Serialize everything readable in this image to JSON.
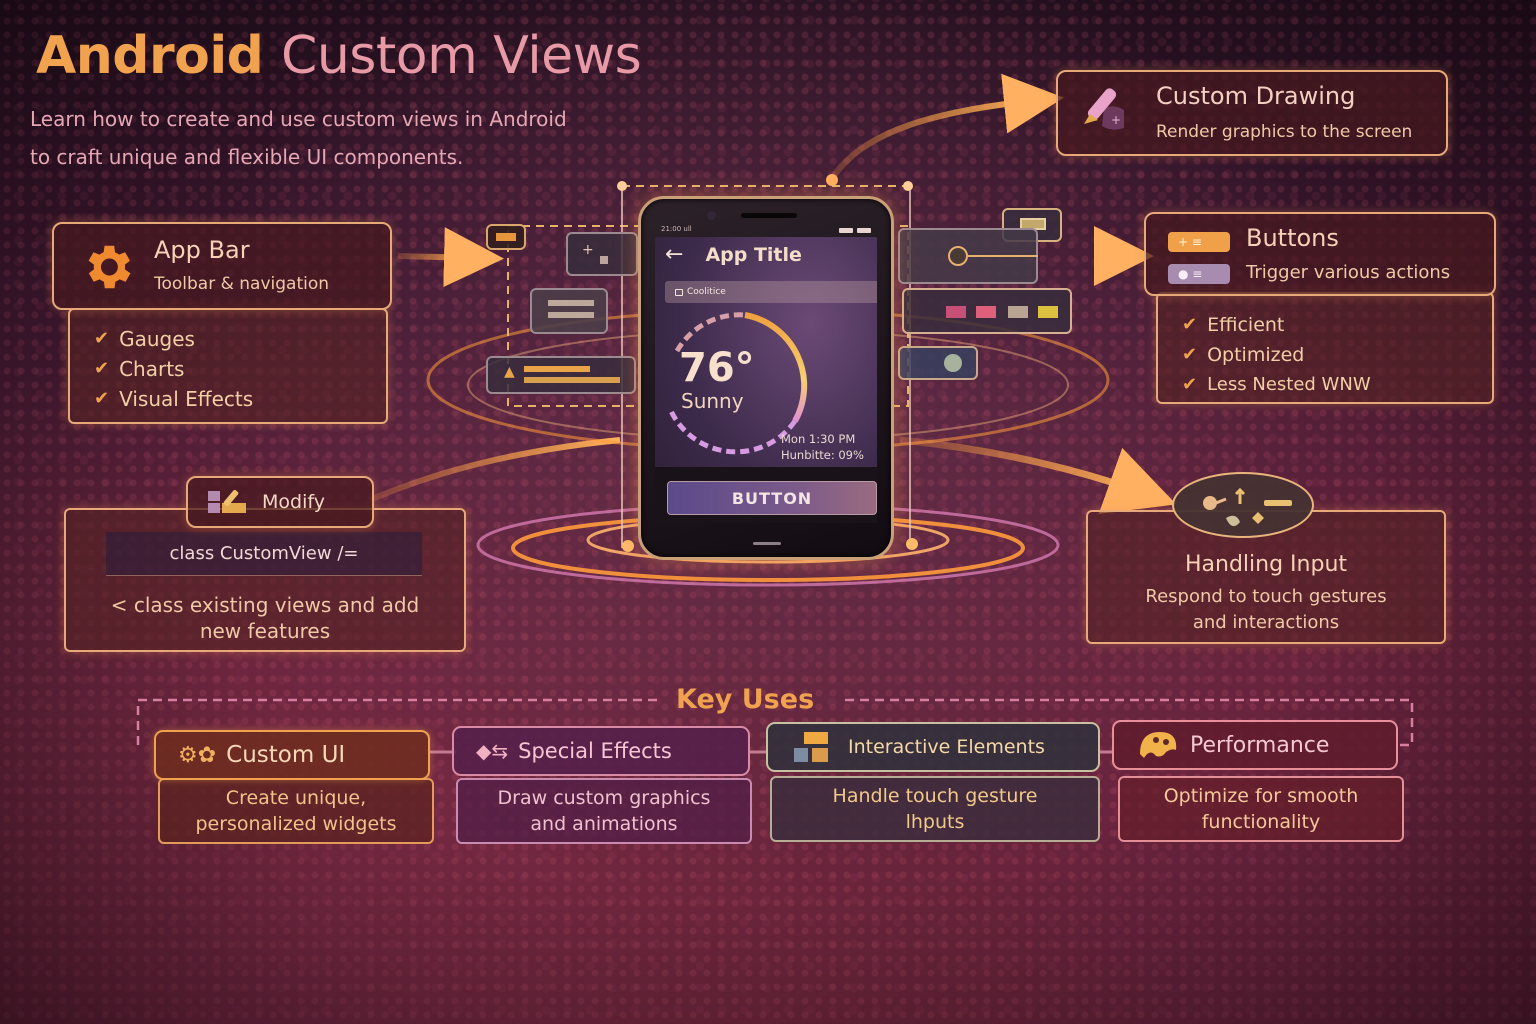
{
  "header": {
    "title_part1": "Android",
    "title_part2": "Custom Views",
    "subtitle_line1": "Learn how to create and use custom views in Android",
    "subtitle_line2": "to craft unique and flexible UI components."
  },
  "custom_drawing": {
    "icon": "pencil-icon",
    "title": "Custom Drawing",
    "description": "Render graphics to the screen"
  },
  "app_bar": {
    "icon": "gear-icon",
    "title": "App Bar",
    "description": "Toolbar & navigation",
    "features": [
      "Gauges",
      "Charts",
      "Visual Effects"
    ]
  },
  "buttons": {
    "icon": "button-chip-icon",
    "title": "Buttons",
    "description": "Trigger various actions",
    "features": [
      "Efficient",
      "Optimized",
      "Less Nested WNW"
    ]
  },
  "modify": {
    "icon": "paint-brush-icon",
    "title": "Modify",
    "code": "class CustomView /=",
    "description_line1": "< class existing views and add",
    "description_line2": "new features"
  },
  "handling_input": {
    "icon": "gesture-icon",
    "title": "Handling Input",
    "description_line1": "Respond to touch gestures",
    "description_line2": "and interactions"
  },
  "phone": {
    "status_left": "21:00 ull",
    "app_title": "App Title",
    "back_icon": "back-arrow-icon",
    "search_text": "Coolitice",
    "temperature": "76°",
    "condition": "Sunny",
    "datetime": "Mon 1:30 PM",
    "humidity": "Hunbitte: 09%",
    "button_label": "BUTTON"
  },
  "key_uses": {
    "title": "Key Uses",
    "items": [
      {
        "icon": "gears-icon",
        "title": "Custom UI",
        "description_line1": "Create unique,",
        "description_line2": "personalized widgets",
        "color": "#f0a24e"
      },
      {
        "icon": "effects-icon",
        "title": "Special Effects",
        "description_line1": "Draw custom graphics",
        "description_line2": "and animations",
        "color": "#d98aa4"
      },
      {
        "icon": "blocks-icon",
        "title": "Interactive Elements",
        "description_line1": "Handle touch gesture",
        "description_line2": "lhputs",
        "color": "#b9b08a"
      },
      {
        "icon": "palette-icon",
        "title": "Performance",
        "description_line1": "Optimize for smooth",
        "description_line2": "functionality",
        "color": "#e88f9a"
      }
    ]
  },
  "colors": {
    "accent_orange": "#f0a24e",
    "accent_pink": "#e79aa6",
    "panel_border": "#e8a978",
    "background_dark": "#3f1830"
  }
}
